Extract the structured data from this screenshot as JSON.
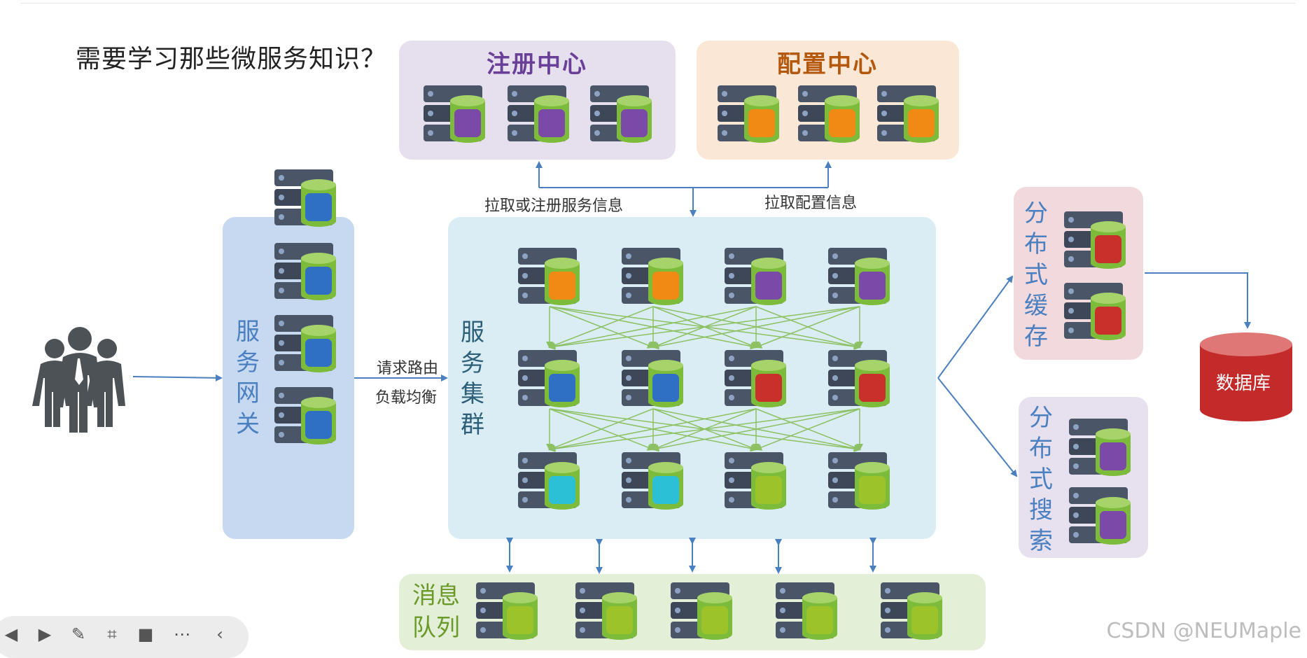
{
  "title": "需要学习那些微服务知识？",
  "registry": {
    "title": "注册中心"
  },
  "config": {
    "title": "配置中心"
  },
  "labels": {
    "pull_register": "拉取或注册服务信息",
    "pull_config": "拉取配置信息",
    "routing": "请求路由",
    "load_balance": "负载均衡"
  },
  "gateway": {
    "title": [
      "服",
      "务",
      "网",
      "关"
    ]
  },
  "cluster": {
    "title": [
      "服",
      "务",
      "集",
      "群"
    ]
  },
  "cache": {
    "title": [
      "分",
      "布",
      "式",
      "缓",
      "存"
    ]
  },
  "search": {
    "title": [
      "分",
      "布",
      "式",
      "搜",
      "索"
    ]
  },
  "mq": {
    "title": [
      "消息",
      "队列"
    ]
  },
  "database": {
    "label": "数据库"
  },
  "watermark": "CSDN @NEUMaple",
  "colors": {
    "purple": "#7b4aa8",
    "orange": "#f08a14",
    "blue": "#2f6fc4",
    "red": "#c9302c",
    "cyan": "#2cc0d6",
    "lime": "#9dc32a",
    "green": "#7dbb3a",
    "arrow": "#4a7fc0",
    "mesh": "#8cc063"
  },
  "toolbar": {
    "icons": [
      "prev-icon",
      "next-icon",
      "pen-icon",
      "screenshot-icon",
      "camera-icon",
      "more-icon",
      "collapse-icon"
    ]
  }
}
